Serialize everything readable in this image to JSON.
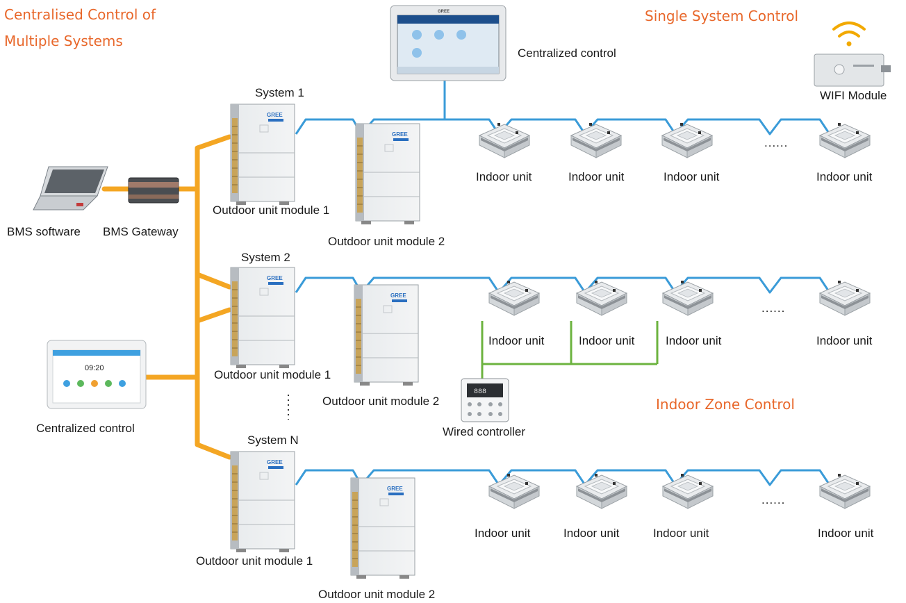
{
  "headings": {
    "centralised": [
      "Centralised Control of",
      "Multiple Systems"
    ],
    "single": "Single System Control",
    "zone": "Indoor Zone Control"
  },
  "bms": {
    "software": "BMS software",
    "gateway": "BMS Gateway"
  },
  "central_control_top": "Centralized control",
  "central_control_left": "Centralized control",
  "wifi_module": "WIFI  Module",
  "wired_controller": "Wired controller",
  "screen_time": "09:20",
  "systems": [
    {
      "name": "System 1",
      "module1": "Outdoor unit module 1",
      "module2": "Outdoor unit module 2",
      "indoor": [
        "Indoor unit",
        "Indoor unit",
        "Indoor unit",
        "Indoor unit"
      ]
    },
    {
      "name": "System 2",
      "module1": "Outdoor unit module 1",
      "module2": "Outdoor unit module 2",
      "indoor": [
        "Indoor unit",
        "Indoor unit",
        "Indoor unit",
        "Indoor unit"
      ]
    },
    {
      "name": "System N",
      "module1": "Outdoor unit module 1",
      "module2": "Outdoor unit module 2",
      "indoor": [
        "Indoor unit",
        "Indoor unit",
        "Indoor unit",
        "Indoor unit"
      ]
    }
  ],
  "ellipsis": "......",
  "colors": {
    "heading": "#e8672a",
    "bms_bus": "#f4a623",
    "refrigerant": "#3a9bd8",
    "zone_wire": "#6cb33f"
  },
  "brand": "GREE"
}
